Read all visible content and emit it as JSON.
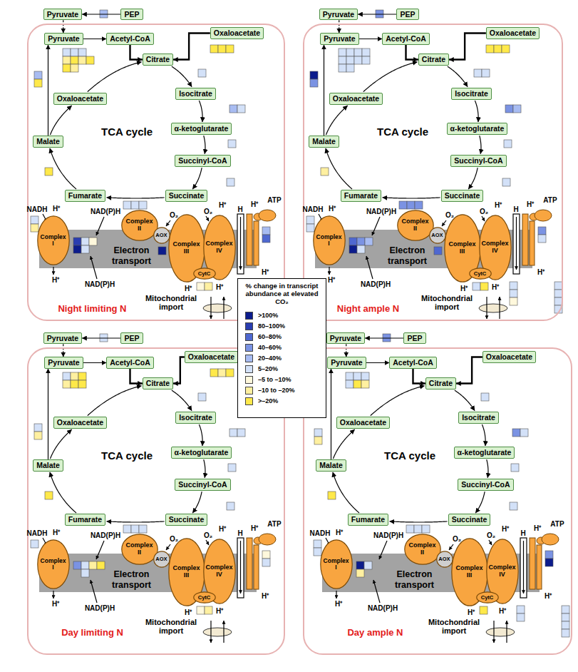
{
  "diagram": {
    "nodes": [
      {
        "text": [
          "Pyruvate"
        ]
      },
      {
        "text": [
          "PEP"
        ]
      },
      {
        "text": [
          "Night limiting N"
        ]
      },
      {
        "text": [
          "Pyruvate"
        ],
        "in": 2
      },
      {
        "text": [
          "Acetyl-CoA"
        ],
        "in": 2
      },
      {
        "text": [
          "Oxaloacetate"
        ],
        "in": 2
      },
      {
        "text": [
          "Citrate"
        ],
        "in": 2
      },
      {
        "text": [
          "Isocitrate"
        ],
        "in": 2
      },
      {
        "text": [
          "α-ketoglutarate"
        ],
        "in": 2
      },
      {
        "text": [
          "Succinyl-CoA"
        ],
        "in": 2
      },
      {
        "text": [
          "Succinate"
        ],
        "in": 2
      },
      {
        "text": [
          "Fumarate"
        ],
        "in": 2
      },
      {
        "text": [
          "Malate"
        ],
        "in": 2
      },
      {
        "text": [
          "Oxaloacetate"
        ],
        "in": 2
      },
      {
        "text": [
          "Electron transport"
        ],
        "in": 2
      },
      {
        "text": [
          "Complex I"
        ],
        "in": 2
      },
      {
        "text": [
          "Complex II"
        ],
        "in": 2
      },
      {
        "text": [
          "AOX"
        ],
        "in": 2
      },
      {
        "text": [
          "Complex III"
        ],
        "in": 2
      },
      {
        "text": [
          "Complex IV"
        ],
        "in": 2
      },
      {
        "text": [
          "CytC"
        ],
        "in": 2
      },
      {
        "text": [
          "Pyruvate"
        ]
      },
      {
        "text": [
          "PEP"
        ]
      },
      {
        "text": [
          "Night ample N"
        ]
      },
      {
        "text": [
          "Pyruvate"
        ],
        "in": 23
      },
      {
        "text": [
          "Acetyl-CoA"
        ],
        "in": 23
      },
      {
        "text": [
          "Oxaloacetate"
        ],
        "in": 23
      },
      {
        "text": [
          "Citrate"
        ],
        "in": 23
      },
      {
        "text": [
          "Isocitrate"
        ],
        "in": 23
      },
      {
        "text": [
          "α-ketoglutarate"
        ],
        "in": 23
      },
      {
        "text": [
          "Succinyl-CoA"
        ],
        "in": 23
      },
      {
        "text": [
          "Succinate"
        ],
        "in": 23
      },
      {
        "text": [
          "Fumarate"
        ],
        "in": 23
      },
      {
        "text": [
          "Malate"
        ],
        "in": 23
      },
      {
        "text": [
          "Oxaloacetate"
        ],
        "in": 23
      },
      {
        "text": [
          "Electron transport"
        ],
        "in": 23
      },
      {
        "text": [
          "Complex I"
        ],
        "in": 23
      },
      {
        "text": [
          "Complex II"
        ],
        "in": 23
      },
      {
        "text": [
          "AOX"
        ],
        "in": 23
      },
      {
        "text": [
          "Complex III"
        ],
        "in": 23
      },
      {
        "text": [
          "Complex IV"
        ],
        "in": 23
      },
      {
        "text": [
          "CytC"
        ],
        "in": 23
      },
      {
        "text": [
          "Pyruvate"
        ]
      },
      {
        "text": [
          "PEP"
        ]
      },
      {
        "text": [
          "Day limiting N"
        ]
      },
      {
        "text": [
          "Pyruvate"
        ],
        "in": 44
      },
      {
        "text": [
          "Acetyl-CoA"
        ],
        "in": 44
      },
      {
        "text": [
          "Oxaloacetate"
        ],
        "in": 44
      },
      {
        "text": [
          "Citrate"
        ],
        "in": 44
      },
      {
        "text": [
          "Isocitrate"
        ],
        "in": 44
      },
      {
        "text": [
          "α-ketoglutarate"
        ],
        "in": 44
      },
      {
        "text": [
          "Succinyl-CoA"
        ],
        "in": 44
      },
      {
        "text": [
          "Succinate"
        ],
        "in": 44
      },
      {
        "text": [
          "Fumarate"
        ],
        "in": 44
      },
      {
        "text": [
          "Malate"
        ],
        "in": 44
      },
      {
        "text": [
          "Oxaloacetate"
        ],
        "in": 44
      },
      {
        "text": [
          "Electron transport"
        ],
        "in": 44
      },
      {
        "text": [
          "Complex I"
        ],
        "in": 44
      },
      {
        "text": [
          "Complex II"
        ],
        "in": 44
      },
      {
        "text": [
          "AOX"
        ],
        "in": 44
      },
      {
        "text": [
          "Complex III"
        ],
        "in": 44
      },
      {
        "text": [
          "Complex IV"
        ],
        "in": 44
      },
      {
        "text": [
          "CytC"
        ],
        "in": 44
      },
      {
        "text": [
          "Pyruvate"
        ]
      },
      {
        "text": [
          "PEP"
        ]
      },
      {
        "text": [
          "Day ample N"
        ]
      },
      {
        "text": [
          "Pyruvate"
        ],
        "in": 65
      },
      {
        "text": [
          "Acetyl-CoA"
        ],
        "in": 65
      },
      {
        "text": [
          "Oxaloacetate"
        ],
        "in": 65
      },
      {
        "text": [
          "Citrate"
        ],
        "in": 65
      },
      {
        "text": [
          "Isocitrate"
        ],
        "in": 65
      },
      {
        "text": [
          "α-ketoglutarate"
        ],
        "in": 65
      },
      {
        "text": [
          "Succinyl-CoA"
        ],
        "in": 65
      },
      {
        "text": [
          "Succinate"
        ],
        "in": 65
      },
      {
        "text": [
          "Fumarate"
        ],
        "in": 65
      },
      {
        "text": [
          "Malate"
        ],
        "in": 65
      },
      {
        "text": [
          "Oxaloacetate"
        ],
        "in": 65
      },
      {
        "text": [
          "Electron transport"
        ],
        "in": 65
      },
      {
        "text": [
          "Complex I"
        ],
        "in": 65
      },
      {
        "text": [
          "Complex II"
        ],
        "in": 65
      },
      {
        "text": [
          "AOX"
        ],
        "in": 65
      },
      {
        "text": [
          "Complex III"
        ],
        "in": 65
      },
      {
        "text": [
          "Complex IV"
        ],
        "in": 65
      },
      {
        "text": [
          "CytC"
        ],
        "in": 65
      }
    ],
    "edges": [
      {
        "from": 1,
        "to": 0,
        "arrow": "to"
      },
      {
        "from": 0,
        "to": 3,
        "arrow": "to"
      },
      {
        "from": 3,
        "to": 4,
        "arrow": "to"
      },
      {
        "from": 4,
        "to": 6,
        "arrow": "to"
      },
      {
        "from": 5,
        "to": 6,
        "arrow": "to"
      },
      {
        "from": 6,
        "to": 7,
        "arrow": "to"
      },
      {
        "from": 7,
        "to": 8,
        "arrow": "to"
      },
      {
        "from": 8,
        "to": 9,
        "arrow": "to"
      },
      {
        "from": 9,
        "to": 10,
        "arrow": "to"
      },
      {
        "from": 10,
        "to": 11,
        "arrow": "to"
      },
      {
        "from": 11,
        "to": 12,
        "arrow": "to"
      },
      {
        "from": 12,
        "to": 13,
        "arrow": "to"
      },
      {
        "from": 13,
        "to": 6,
        "arrow": "to"
      },
      {
        "from": 12,
        "to": 3,
        "arrow": "to"
      },
      {
        "from": 22,
        "to": 21,
        "arrow": "to"
      },
      {
        "from": 21,
        "to": 24,
        "arrow": "to"
      },
      {
        "from": 24,
        "to": 25,
        "arrow": "to"
      },
      {
        "from": 25,
        "to": 27,
        "arrow": "to"
      },
      {
        "from": 26,
        "to": 27,
        "arrow": "to"
      },
      {
        "from": 27,
        "to": 28,
        "arrow": "to"
      },
      {
        "from": 28,
        "to": 29,
        "arrow": "to"
      },
      {
        "from": 29,
        "to": 30,
        "arrow": "to"
      },
      {
        "from": 30,
        "to": 31,
        "arrow": "to"
      },
      {
        "from": 31,
        "to": 32,
        "arrow": "to"
      },
      {
        "from": 32,
        "to": 33,
        "arrow": "to"
      },
      {
        "from": 33,
        "to": 34,
        "arrow": "to"
      },
      {
        "from": 34,
        "to": 27,
        "arrow": "to"
      },
      {
        "from": 33,
        "to": 24,
        "arrow": "to"
      },
      {
        "from": 43,
        "to": 42,
        "arrow": "to"
      },
      {
        "from": 42,
        "to": 45,
        "arrow": "to"
      },
      {
        "from": 45,
        "to": 46,
        "arrow": "to"
      },
      {
        "from": 46,
        "to": 48,
        "arrow": "to"
      },
      {
        "from": 47,
        "to": 48,
        "arrow": "to"
      },
      {
        "from": 48,
        "to": 49,
        "arrow": "to"
      },
      {
        "from": 49,
        "to": 50,
        "arrow": "to"
      },
      {
        "from": 50,
        "to": 51,
        "arrow": "to"
      },
      {
        "from": 51,
        "to": 52,
        "arrow": "to"
      },
      {
        "from": 52,
        "to": 53,
        "arrow": "to"
      },
      {
        "from": 53,
        "to": 54,
        "arrow": "to"
      },
      {
        "from": 54,
        "to": 55,
        "arrow": "to"
      },
      {
        "from": 55,
        "to": 48,
        "arrow": "to"
      },
      {
        "from": 54,
        "to": 45,
        "arrow": "to"
      },
      {
        "from": 64,
        "to": 63,
        "arrow": "to"
      },
      {
        "from": 63,
        "to": 66,
        "arrow": "to"
      },
      {
        "from": 66,
        "to": 67,
        "arrow": "to"
      },
      {
        "from": 67,
        "to": 69,
        "arrow": "to"
      },
      {
        "from": 68,
        "to": 69,
        "arrow": "to"
      },
      {
        "from": 69,
        "to": 70,
        "arrow": "to"
      },
      {
        "from": 70,
        "to": 71,
        "arrow": "to"
      },
      {
        "from": 71,
        "to": 72,
        "arrow": "to"
      },
      {
        "from": 72,
        "to": 73,
        "arrow": "to"
      },
      {
        "from": 73,
        "to": 74,
        "arrow": "to"
      },
      {
        "from": 74,
        "to": 75,
        "arrow": "to"
      },
      {
        "from": 75,
        "to": 76,
        "arrow": "to"
      },
      {
        "from": 76,
        "to": 69,
        "arrow": "to"
      },
      {
        "from": 75,
        "to": 66,
        "arrow": "to"
      }
    ],
    "labels": [
      "TCA cycle",
      "NADH",
      "H⁺",
      "NAD(P)H",
      "NAD(P)H",
      "O₂",
      "O₂",
      "H⁺",
      "H",
      "H⁺",
      "ATP",
      "H⁺",
      "H⁺",
      "H⁺",
      "H⁺",
      "Mitochondrial import",
      "TCA cycle",
      "NADH",
      "H⁺",
      "NAD(P)H",
      "NAD(P)H",
      "O₂",
      "O₂",
      "H⁺",
      "H",
      "H⁺",
      "ATP",
      "H⁺",
      "H⁺",
      "H⁺",
      "H⁺",
      "Mitochondrial import",
      "TCA cycle",
      "NADH",
      "H⁺",
      "NAD(P)H",
      "NAD(P)H",
      "O₂",
      "O₂",
      "H⁺",
      "H",
      "H⁺",
      "ATP",
      "H⁺",
      "H⁺",
      "H⁺",
      "H⁺",
      "Mitochondrial import",
      "TCA cycle",
      "NADH",
      "H⁺",
      "NAD(P)H",
      "NAD(P)H",
      "O₂",
      "O₂",
      "H⁺",
      "H",
      "H⁺",
      "ATP",
      "H⁺",
      "H⁺",
      "H⁺",
      "H⁺",
      "Mitochondrial import",
      "% change in transcript abundance at elevated CO₂"
    ],
    "legend": [
      {
        "text": ">100%",
        "color": "#0c1c8c"
      },
      {
        "text": "80–100%",
        "color": "#2a3db0"
      },
      {
        "text": "60–80%",
        "color": "#4f68d0"
      },
      {
        "text": "40–60%",
        "color": "#7b93e3"
      },
      {
        "text": "20–40%",
        "color": "#a8bcf2"
      },
      {
        "text": "5–20%",
        "color": "#d3e1f8"
      },
      {
        "text": "–5 to –10%",
        "color": "#fff8dc"
      },
      {
        "text": "–10 to –20%",
        "color": "#fff0a0"
      },
      {
        "text": ">–20%",
        "color": "#ffe94a"
      }
    ]
  }
}
